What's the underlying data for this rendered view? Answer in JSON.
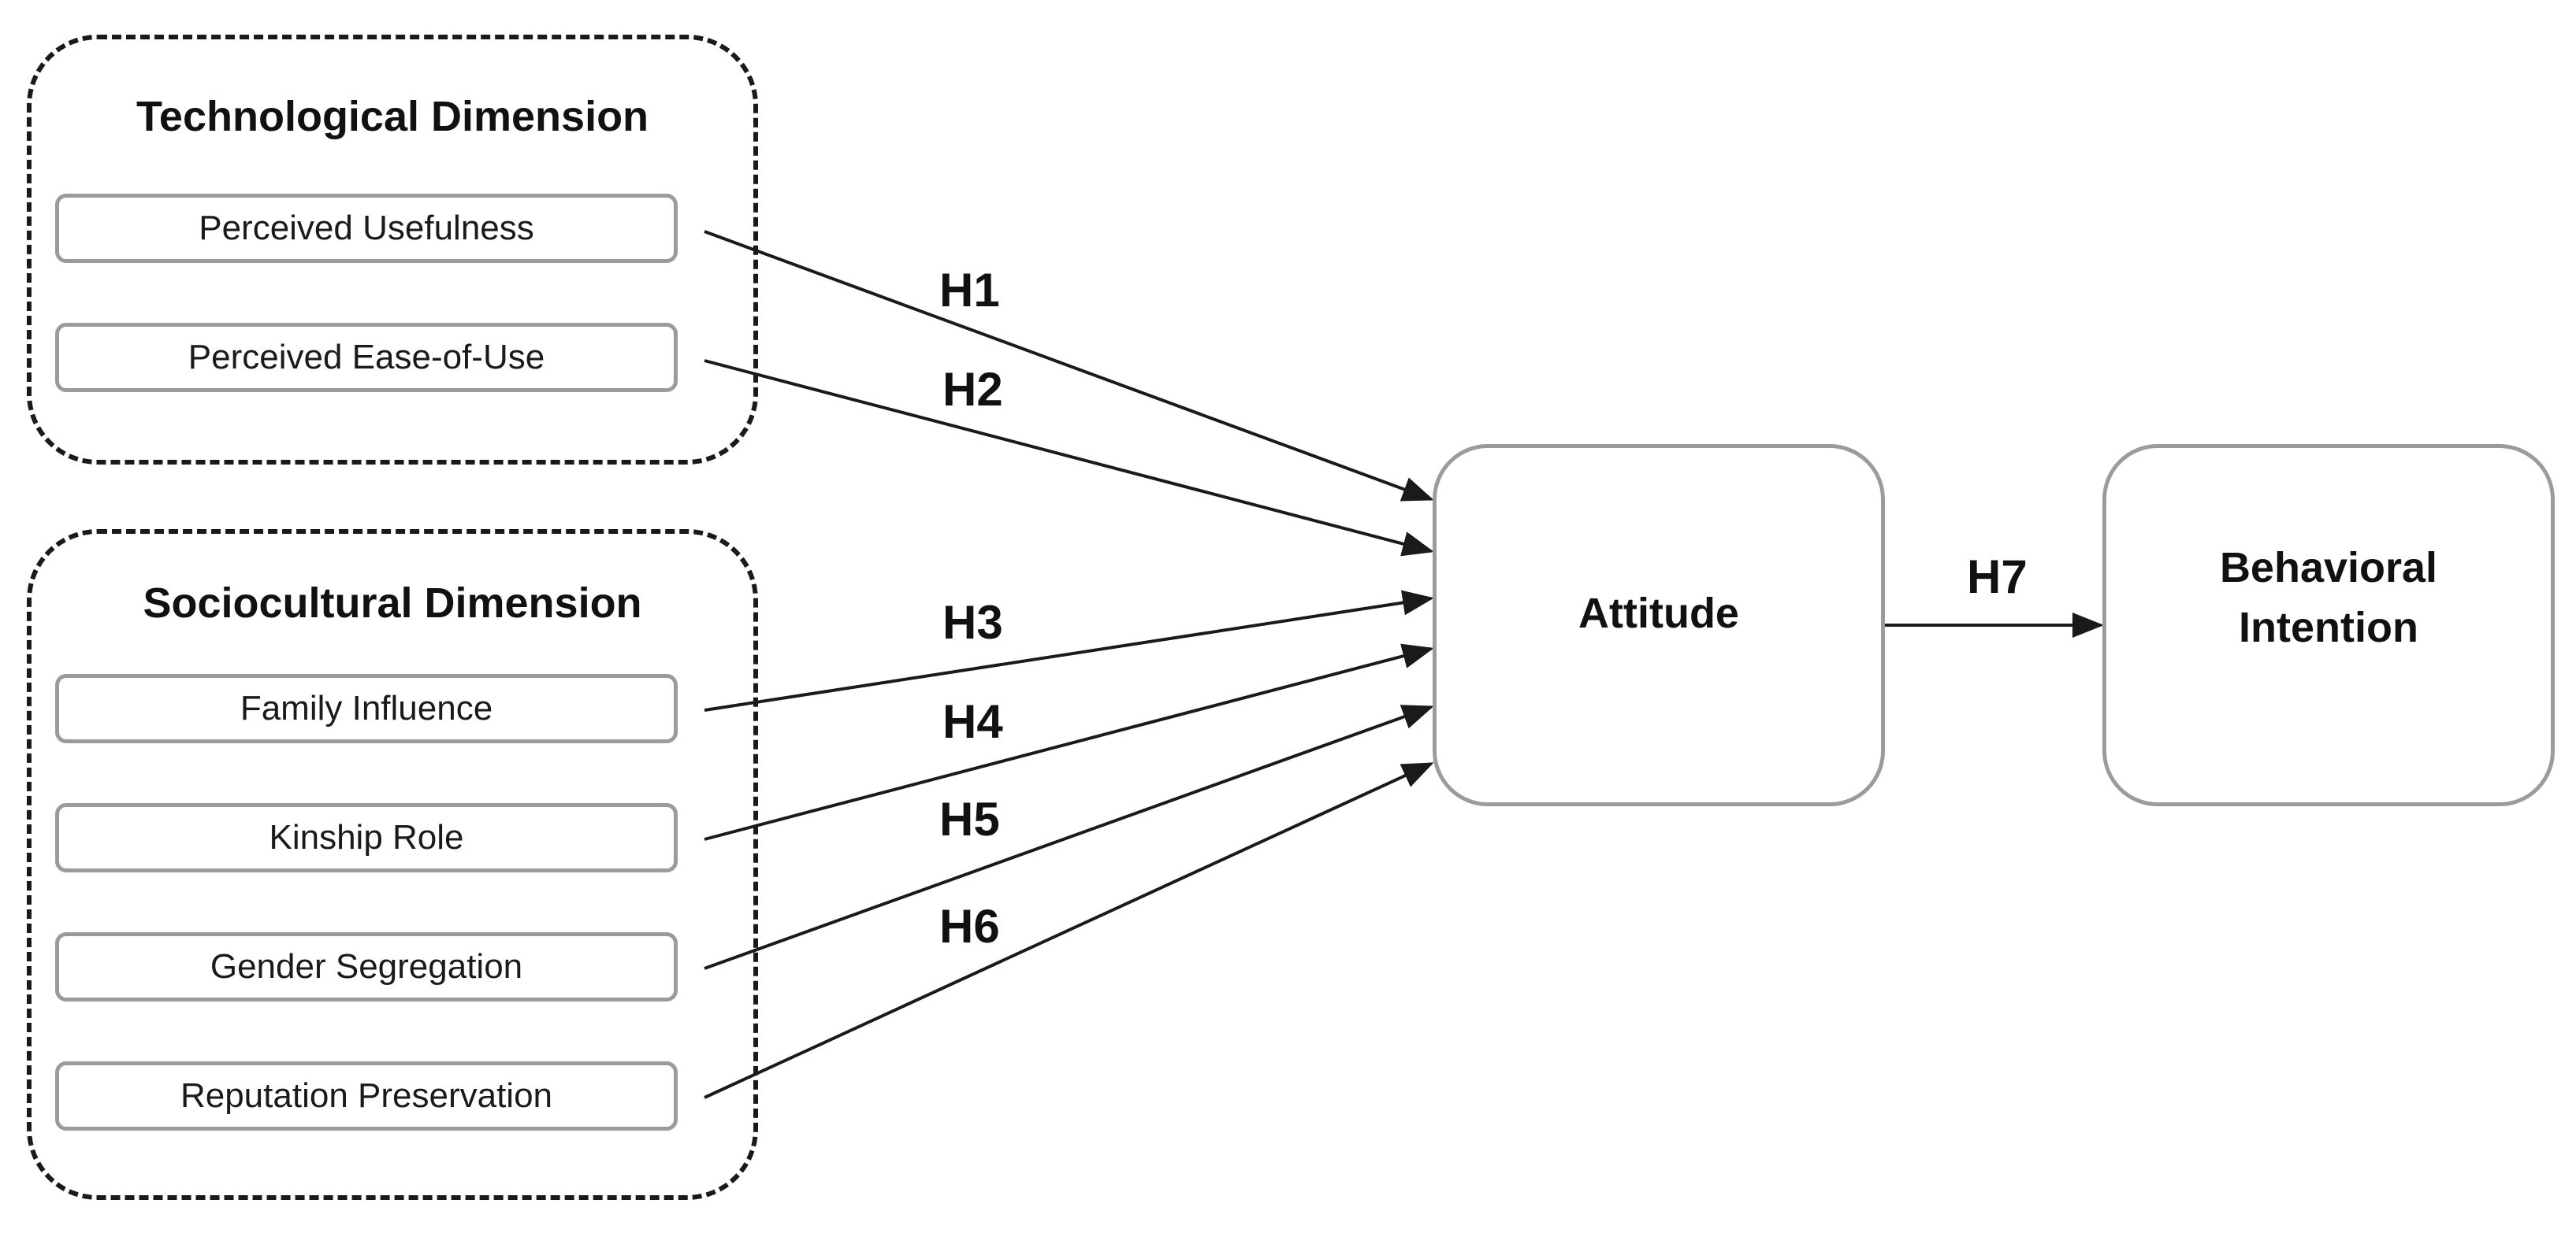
{
  "technological_dimension": {
    "title": "Technological Dimension",
    "factors": [
      "Perceived Usefulness",
      "Perceived Ease-of-Use"
    ]
  },
  "sociocultural_dimension": {
    "title": "Sociocultural Dimension",
    "factors": [
      "Family Influence",
      "Kinship Role",
      "Gender Segregation",
      "Reputation Preservation"
    ]
  },
  "hypotheses": [
    "H1",
    "H2",
    "H3",
    "H4",
    "H5",
    "H6",
    "H7"
  ],
  "attitude": {
    "label": "Attitude"
  },
  "behavioral_intention": {
    "label": "Behavioral\nIntention"
  },
  "colors": {
    "line": "#1a1a1a",
    "box_border": "#9b9b9b",
    "group_border": "#1a1a1a"
  }
}
